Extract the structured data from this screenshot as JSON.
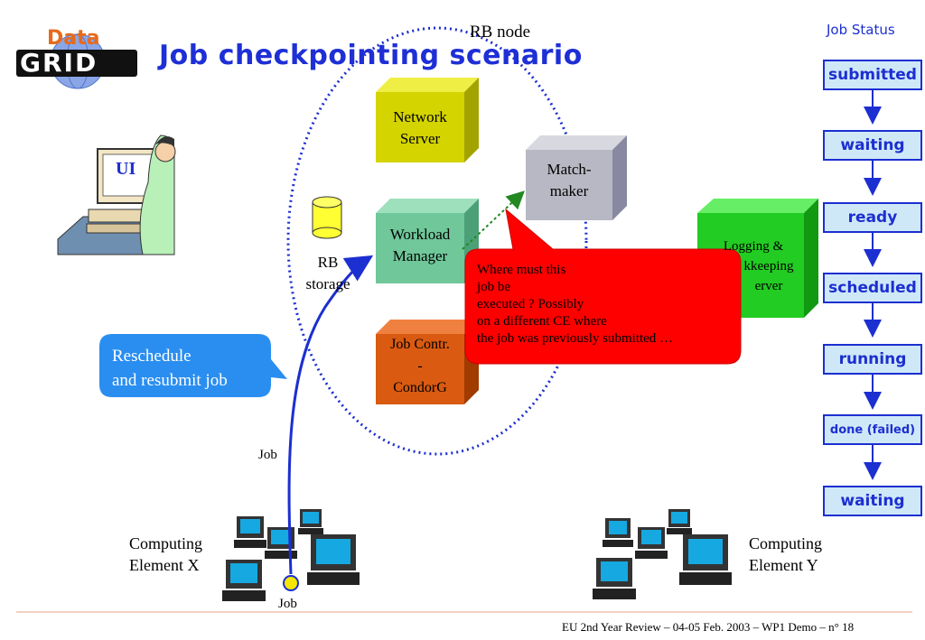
{
  "logo": {
    "top": "Data",
    "bottom": "GRID"
  },
  "title": "Job checkpointing scenario",
  "rb_node": {
    "label": "RB node"
  },
  "ui": {
    "label": "UI"
  },
  "rb_storage": {
    "line1": "RB",
    "line2": "storage"
  },
  "boxes": {
    "network_server": {
      "line1": "Network",
      "line2": "Server"
    },
    "workload_manager": {
      "line1": "Workload",
      "line2": "Manager"
    },
    "job_controller": {
      "line1": "Job Contr.",
      "line2": "-",
      "line3": "CondorG"
    },
    "matchmaker": {
      "line1": "Match-",
      "line2": "maker"
    },
    "logging": {
      "line1": "Logging &",
      "line2": "kkeeping",
      "line3": "erver"
    }
  },
  "callout": {
    "lines": [
      "Where must this",
      "job be",
      "executed ? Possibly",
      "on a different CE where",
      "the job was previously submitted …"
    ],
    "color": "#ff0000"
  },
  "reschedule": {
    "line1": "Reschedule",
    "line2": "and resubmit job",
    "color": "#2a8ef0"
  },
  "job_labels": {
    "upper": "Job",
    "lower": "Job"
  },
  "computing_elements": {
    "x": {
      "line1": "Computing",
      "line2": "Element X"
    },
    "y": {
      "line1": "Computing",
      "line2": "Element Y"
    }
  },
  "job_status": {
    "header": "Job Status",
    "states": [
      "submitted",
      "waiting",
      "ready",
      "scheduled",
      "running",
      "done (failed)",
      "waiting"
    ]
  },
  "footer": "EU 2nd Year Review – 04-05 Feb. 2003 – WP1 Demo –  n° 18",
  "colors": {
    "title": "#1e2fd6",
    "status_border": "#1c2fd0",
    "status_fill": "#cfe8f8",
    "network_server": "#d4d400",
    "workload_manager": "#6fc79a",
    "job_controller": "#d95a10",
    "matchmaker": "#b8b8c4",
    "logging": "#22cc22"
  }
}
